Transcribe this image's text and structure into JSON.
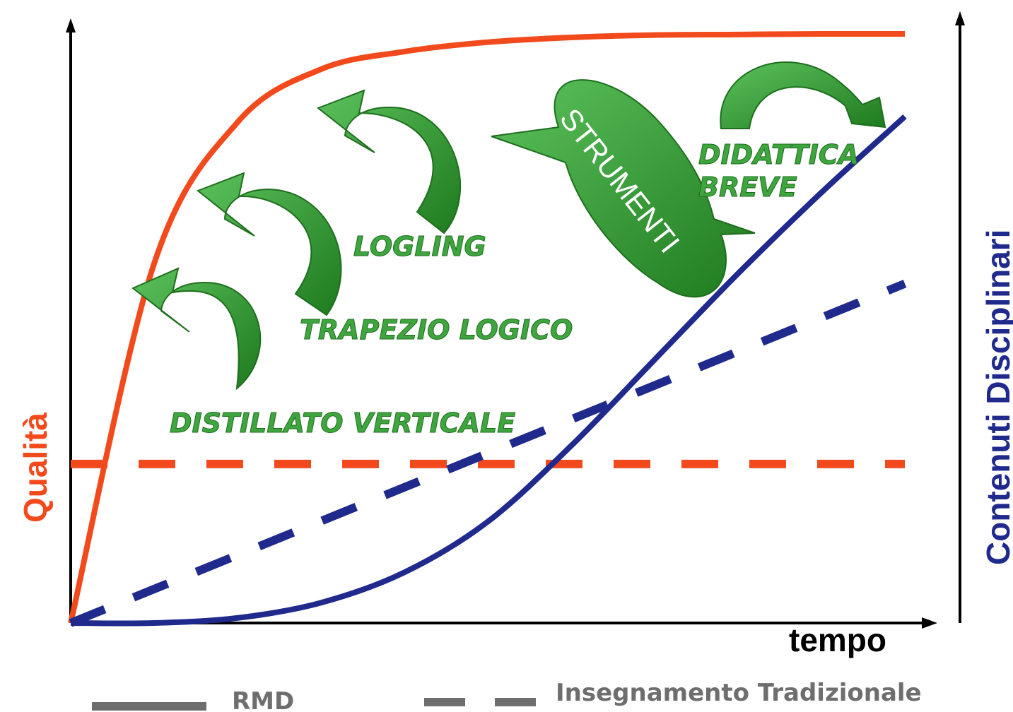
{
  "chart_data": {
    "type": "line",
    "xlabel": "tempo",
    "ylabel_left": "Qualità",
    "ylabel_right": "Contenuti Disciplinari",
    "series": [
      {
        "name": "RMD",
        "axis": "left",
        "style": "solid",
        "color": "#f24a1c",
        "x": [
          0,
          0.1,
          0.2,
          0.3,
          0.4,
          0.5,
          0.6,
          0.7,
          0.8,
          0.9,
          1.0
        ],
        "values": [
          0,
          0.61,
          0.85,
          0.94,
          0.97,
          0.986,
          0.994,
          0.998,
          0.999,
          1.0,
          1.0
        ]
      },
      {
        "name": "Insegnamento Tradizionale",
        "axis": "left",
        "style": "dashed",
        "color": "#f24a1c",
        "x": [
          0,
          1.0
        ],
        "values": [
          0.27,
          0.27
        ]
      },
      {
        "name": "RMD",
        "axis": "right",
        "style": "solid",
        "color": "#1f2a8c",
        "x": [
          0,
          0.1,
          0.2,
          0.3,
          0.4,
          0.5,
          0.6,
          0.7,
          0.8,
          0.9,
          1.0
        ],
        "values": [
          0,
          0.0,
          0.01,
          0.04,
          0.1,
          0.2,
          0.35,
          0.52,
          0.69,
          0.85,
          1.0
        ]
      },
      {
        "name": "Insegnamento Tradizionale",
        "axis": "right",
        "style": "dashed",
        "color": "#1f2a8c",
        "x": [
          0,
          1.0
        ],
        "values": [
          0,
          0.67
        ]
      }
    ],
    "annotations": [
      "DISTILLATO VERTICALE",
      "TRAPEZIO LOGICO",
      "LOGLING",
      "STRUMENTI",
      "DIDATTICA",
      "BREVE"
    ],
    "legend": [
      {
        "label": "RMD",
        "style": "solid"
      },
      {
        "label": "Insegnamento Tradizionale",
        "style": "dashed"
      }
    ],
    "colors": {
      "quality": "#f24a1c",
      "contents": "#1f2a8c",
      "arrows": "#2e9a2e",
      "axis": "#000000",
      "legend": "#6e6e6e"
    }
  }
}
